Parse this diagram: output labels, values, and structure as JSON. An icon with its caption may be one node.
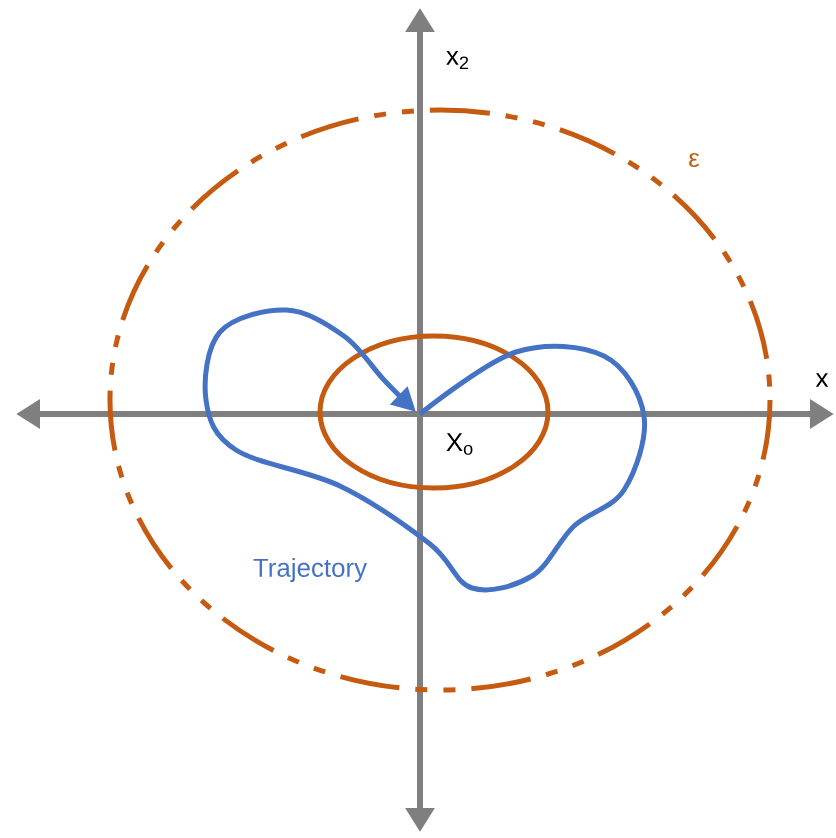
{
  "diagram": {
    "labels": [
      "x$_{2}$",
      "ε",
      "x",
      "X$_{o}$",
      "Trajectory"
    ]
  }
}
